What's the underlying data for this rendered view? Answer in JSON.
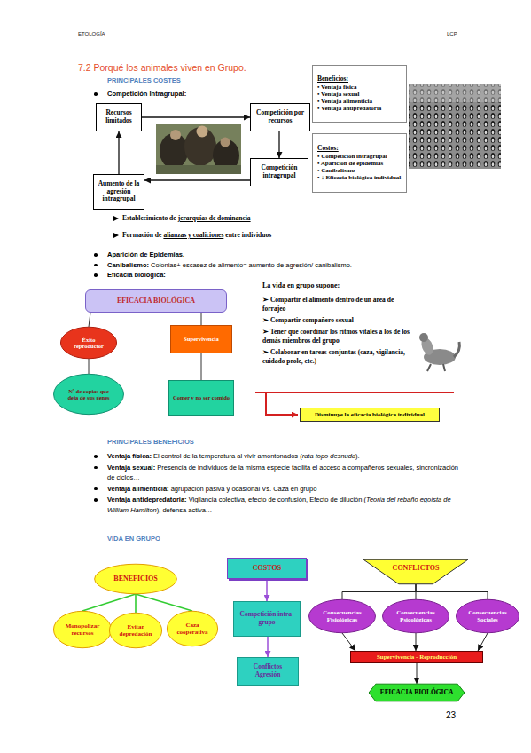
{
  "diagram": {
    "title": "7.2 Porqué los animales viven en Grupo.",
    "nodes": [
      {
        "text": [
          "Recursos limitados"
        ]
      },
      {
        "text": [
          "Competición por recursos"
        ]
      },
      {
        "text": [
          "Competición intragrupal"
        ]
      },
      {
        "text": [
          "Aumento de la agresión intragrupal"
        ]
      },
      {
        "text": [
          "Beneficios:",
          "• Ventaja física",
          "• Ventaja sexual",
          "• Ventaja alimenticia",
          "• Ventaja antipredatoria"
        ]
      },
      {
        "text": [
          "Costos:",
          "• Competición intragrupal",
          "• Aparición de epidemias",
          "• Canibalismo",
          "• ↓ Eficacia biológica individual"
        ]
      },
      {
        "text": [
          "EFICACIA BIOLÓGICA"
        ]
      },
      {
        "text": [
          "Éxito reproductor"
        ]
      },
      {
        "text": [
          "Supervivencia"
        ]
      },
      {
        "text": [
          "Nº de copias que deja de sus genes"
        ]
      },
      {
        "text": [
          "Comer y no ser comido"
        ]
      },
      {
        "text": [
          "Disminuye la eficacia biológica individual"
        ]
      },
      {
        "text": [
          "BENEFICIOS"
        ]
      },
      {
        "text": [
          "Monopolizar recursos"
        ]
      },
      {
        "text": [
          "Evitar depredación"
        ]
      },
      {
        "text": [
          "Caza cooperativa"
        ]
      },
      {
        "text": [
          "COSTOS"
        ]
      },
      {
        "text": [
          "Competición intra-grupo"
        ]
      },
      {
        "text": [
          "Conflictos Agresión"
        ]
      },
      {
        "text": [
          "CONFLICTOS"
        ]
      },
      {
        "text": [
          "Consecuencias Fisiológicas"
        ]
      },
      {
        "text": [
          "Consecuencias Psicológicas"
        ]
      },
      {
        "text": [
          "Consecuencias Sociales"
        ]
      },
      {
        "text": [
          "Supervivencia - Reproducción"
        ]
      },
      {
        "text": [
          "EFICACIA BIOLÓGICA"
        ]
      }
    ],
    "edges": [
      {
        "from": 0,
        "to": 1,
        "arrow": "to"
      },
      {
        "from": 1,
        "to": 2,
        "arrow": "to"
      },
      {
        "from": 2,
        "to": 3,
        "arrow": "to"
      },
      {
        "from": 3,
        "to": 0,
        "arrow": "to"
      },
      {
        "from": 6,
        "to": 7,
        "arrow": "none"
      },
      {
        "from": 6,
        "to": 8,
        "arrow": "none"
      },
      {
        "from": 7,
        "to": 9,
        "arrow": "none"
      },
      {
        "from": 8,
        "to": 10,
        "arrow": "none"
      },
      {
        "from": 12,
        "to": 13,
        "arrow": "none"
      },
      {
        "from": 12,
        "to": 14,
        "arrow": "none"
      },
      {
        "from": 12,
        "to": 15,
        "arrow": "none"
      },
      {
        "from": 16,
        "to": 17,
        "arrow": "to"
      },
      {
        "from": 17,
        "to": 18,
        "arrow": "to"
      },
      {
        "from": 19,
        "to": 20,
        "arrow": "none"
      },
      {
        "from": 19,
        "to": 21,
        "arrow": "none"
      },
      {
        "from": 19,
        "to": 22,
        "arrow": "none"
      },
      {
        "from": 20,
        "to": 23,
        "arrow": "to"
      },
      {
        "from": 21,
        "to": 23,
        "arrow": "to"
      },
      {
        "from": 22,
        "to": 23,
        "arrow": "to"
      },
      {
        "from": 23,
        "to": 24,
        "arrow": "to"
      }
    ],
    "labels": [
      "ETOLOGÍA",
      "LCP",
      "PRINCIPALES COSTES",
      "Competición Intragrupal:",
      "Establecimiento de",
      "jerarquías de dominancia",
      "Formación de",
      "alianzas y coaliciones",
      "entre individuos",
      "Aparición de Epidemias.",
      "Canibalismo:",
      "Colonias+ escasez de alimento= aumento de agresión/ canibalismo.",
      "Eficacia biológica:",
      "La vida en grupo supone:",
      "➢ Compartir el alimento dentro de un área de forrajeo",
      "➢ Compartir compañero sexual",
      "➢ Tener que coordinar los ritmos vitales a los de los demás miembros del grupo",
      "➢ Colaborar en tareas conjuntas (caza, vigilancia, cuidado prole, etc.)",
      "PRINCIPALES BENEFICIOS",
      "Ventaja física:",
      "El control de la temperatura al vivir amontonados (",
      "rata topo desnuda",
      ").",
      "Ventaja sexual:",
      "Presencia de individuos de la misma especie facilita el acceso a compañeros sexuales, sincronización de ciclos…",
      "Ventaja alimenticia:",
      "agrupación pasiva y ocasional Vs. Caza en grupo",
      "Ventaja antidepredatoria:",
      "Vigilancia colectiva, efecto de confusión, Efecto de dilución (",
      "Teoría del rebaño egoísta de William Hamilton",
      "), defensa activa…",
      "VIDA EN GRUPO",
      "23"
    ]
  }
}
